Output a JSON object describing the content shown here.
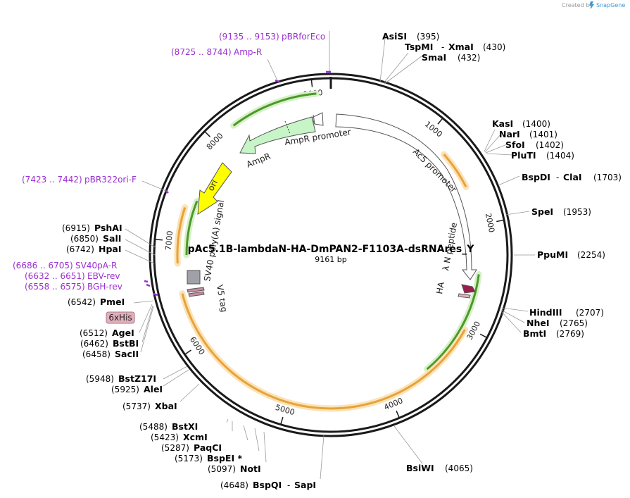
{
  "credit": {
    "text": "Created by",
    "brand": "SnapGene"
  },
  "plasmid": {
    "name": "pAc5.1B-lambdaN-HA-DmPAN2-F1103A-dsRNAres_Y",
    "size": "9161 bp",
    "length": 9161
  },
  "ticks": [
    {
      "label": "1000",
      "bp": 1000
    },
    {
      "label": "2000",
      "bp": 2000
    },
    {
      "label": "3000",
      "bp": 3000
    },
    {
      "label": "4000",
      "bp": 4000
    },
    {
      "label": "5000",
      "bp": 5000
    },
    {
      "label": "6000",
      "bp": 6000
    },
    {
      "label": "7000",
      "bp": 7000
    },
    {
      "label": "8000",
      "bp": 8000
    },
    {
      "label": "9000",
      "bp": 9000
    }
  ],
  "sites": [
    {
      "name": "AsiSI",
      "pos": "(395)"
    },
    {
      "name": "TspMI",
      "sep": "-",
      "name2": "XmaI",
      "pos": "(430)"
    },
    {
      "name": "SmaI",
      "pos": "(432)"
    },
    {
      "name": "KasI",
      "pos": "(1400)"
    },
    {
      "name": "NarI",
      "pos": "(1401)"
    },
    {
      "name": "SfoI",
      "pos": "(1402)"
    },
    {
      "name": "PluTI",
      "pos": "(1404)"
    },
    {
      "name": "BspDI",
      "sep": "-",
      "name2": "ClaI",
      "pos": "(1703)"
    },
    {
      "name": "SpeI",
      "pos": "(1953)"
    },
    {
      "name": "PpuMI",
      "pos": "(2254)"
    },
    {
      "name": "HindIII",
      "pos": "(2707)"
    },
    {
      "name": "NheI",
      "pos": "(2765)"
    },
    {
      "name": "BmtI",
      "pos": "(2769)"
    },
    {
      "name": "BsiWI",
      "pos": "(4065)"
    },
    {
      "name": "BspQI",
      "sep": "-",
      "name2": "SapI",
      "pos": "(4648)"
    },
    {
      "name": "NotI",
      "pos": "(5097)"
    },
    {
      "name": "BspEI *",
      "pos": "(5173)"
    },
    {
      "name": "PaqCI",
      "pos": "(5287)"
    },
    {
      "name": "XcmI",
      "pos": "(5423)"
    },
    {
      "name": "BstXI",
      "pos": "(5488)"
    },
    {
      "name": "XbaI",
      "pos": "(5737)"
    },
    {
      "name": "AleI",
      "pos": "(5925)"
    },
    {
      "name": "BstZ17I",
      "pos": "(5948)"
    },
    {
      "name": "SacII",
      "pos": "(6458)"
    },
    {
      "name": "BstBI",
      "pos": "(6462)"
    },
    {
      "name": "AgeI",
      "pos": "(6512)"
    },
    {
      "name": "PmeI",
      "pos": "(6542)"
    },
    {
      "name": "HpaI",
      "pos": "(6742)"
    },
    {
      "name": "SalI",
      "pos": "(6850)"
    },
    {
      "name": "PshAI",
      "pos": "(6915)"
    }
  ],
  "primers": [
    {
      "range": "(9135 .. 9153)",
      "name": "pBRforEco"
    },
    {
      "range": "(8725 .. 8744)",
      "name": "Amp-R"
    },
    {
      "range": "(7423 .. 7442)",
      "name": "pBR322ori-F"
    },
    {
      "range": "(6686 .. 6705)",
      "name": "SV40pA-R"
    },
    {
      "range": "(6632 .. 6651)",
      "name": "EBV-rev"
    },
    {
      "range": "(6558 .. 6575)",
      "name": "BGH-rev"
    }
  ],
  "features": {
    "ampr_promoter": "AmpR promoter",
    "ampr": "AmpR",
    "ori": "ori",
    "ac5_promoter": "Ac5 promoter",
    "sv40": "SV40 poly(A) signal",
    "v5": "V5 tag",
    "his": "6xHis",
    "lambda": "λ N peptide",
    "ha": "HA"
  },
  "colors": {
    "backbone": "#1a1a1a",
    "orf_orange": "#e8a23a",
    "orf_glow": "#fbe3b6",
    "orf_green": "#4a9a2a",
    "green_glow": "#d8f0c8",
    "ampr_fill": "#c7f5c7",
    "ori_fill": "#ffff00",
    "promoter_fill": "#ffffff",
    "primer": "#9b30d0",
    "his_fill": "#e2b0bc",
    "v5_fill": "#c98aa0",
    "lambda_fill": "#9b1d4d",
    "sv40_fill": "#a0a0a8"
  }
}
